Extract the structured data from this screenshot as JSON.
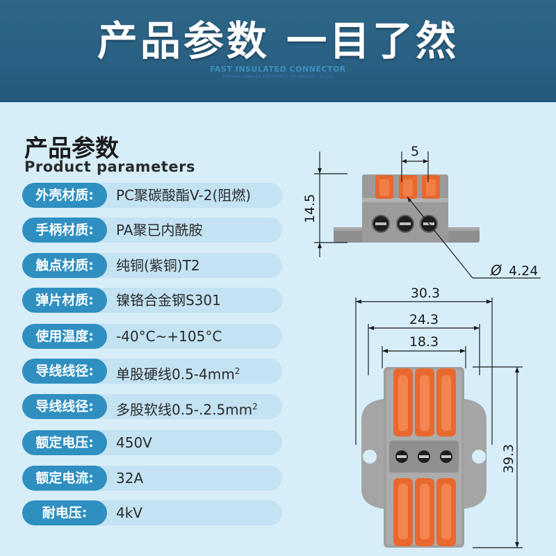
{
  "header": {
    "title": "产品参数 一目了然",
    "subtitle": "FAST INSULATED CONNECTOR",
    "company": "ZHEJIANG TONGUAN ELECTRONICS TECHNOLOGY CO., LTD"
  },
  "section": {
    "title_cn": "产品参数",
    "title_en": "Product parameters"
  },
  "params": [
    {
      "label": "外壳材质:",
      "value": "PC聚碳酸酯V-2(阻燃)"
    },
    {
      "label": "手柄材质:",
      "value": "PA聚已内酰胺"
    },
    {
      "label": "触点材质:",
      "value": "纯铜(紫铜)T2"
    },
    {
      "label": "弹片材质:",
      "value": "镍铬合金钢S301"
    },
    {
      "label": "使用温度:",
      "value": "-40°C~+105°C"
    },
    {
      "label": "导线线径:",
      "value": "单股硬线0.5-4mm",
      "sup": "2"
    },
    {
      "label": "导线线径:",
      "value": "多股软线0.5-.2.5mm",
      "sup": "2"
    },
    {
      "label": "额定电压:",
      "value": "450V"
    },
    {
      "label": "额定电流:",
      "value": "32A"
    },
    {
      "label": "耐电压:",
      "value": "4kV"
    }
  ],
  "dimensions": {
    "pitch": "5",
    "height": "14.5",
    "hole_dia": "4.24",
    "dia_symbol": "Ø",
    "overall_width": "30.3",
    "mid_width": "24.3",
    "inner_width": "18.3",
    "overall_length": "39.3"
  },
  "colors": {
    "header_bg": "#296083",
    "page_bg": "#d7eef9",
    "label_bg": "#2f8fc0",
    "row_bg": "#c3e2f2",
    "lever_orange": "#e8682e",
    "housing_gray": "#9a9a9a"
  }
}
